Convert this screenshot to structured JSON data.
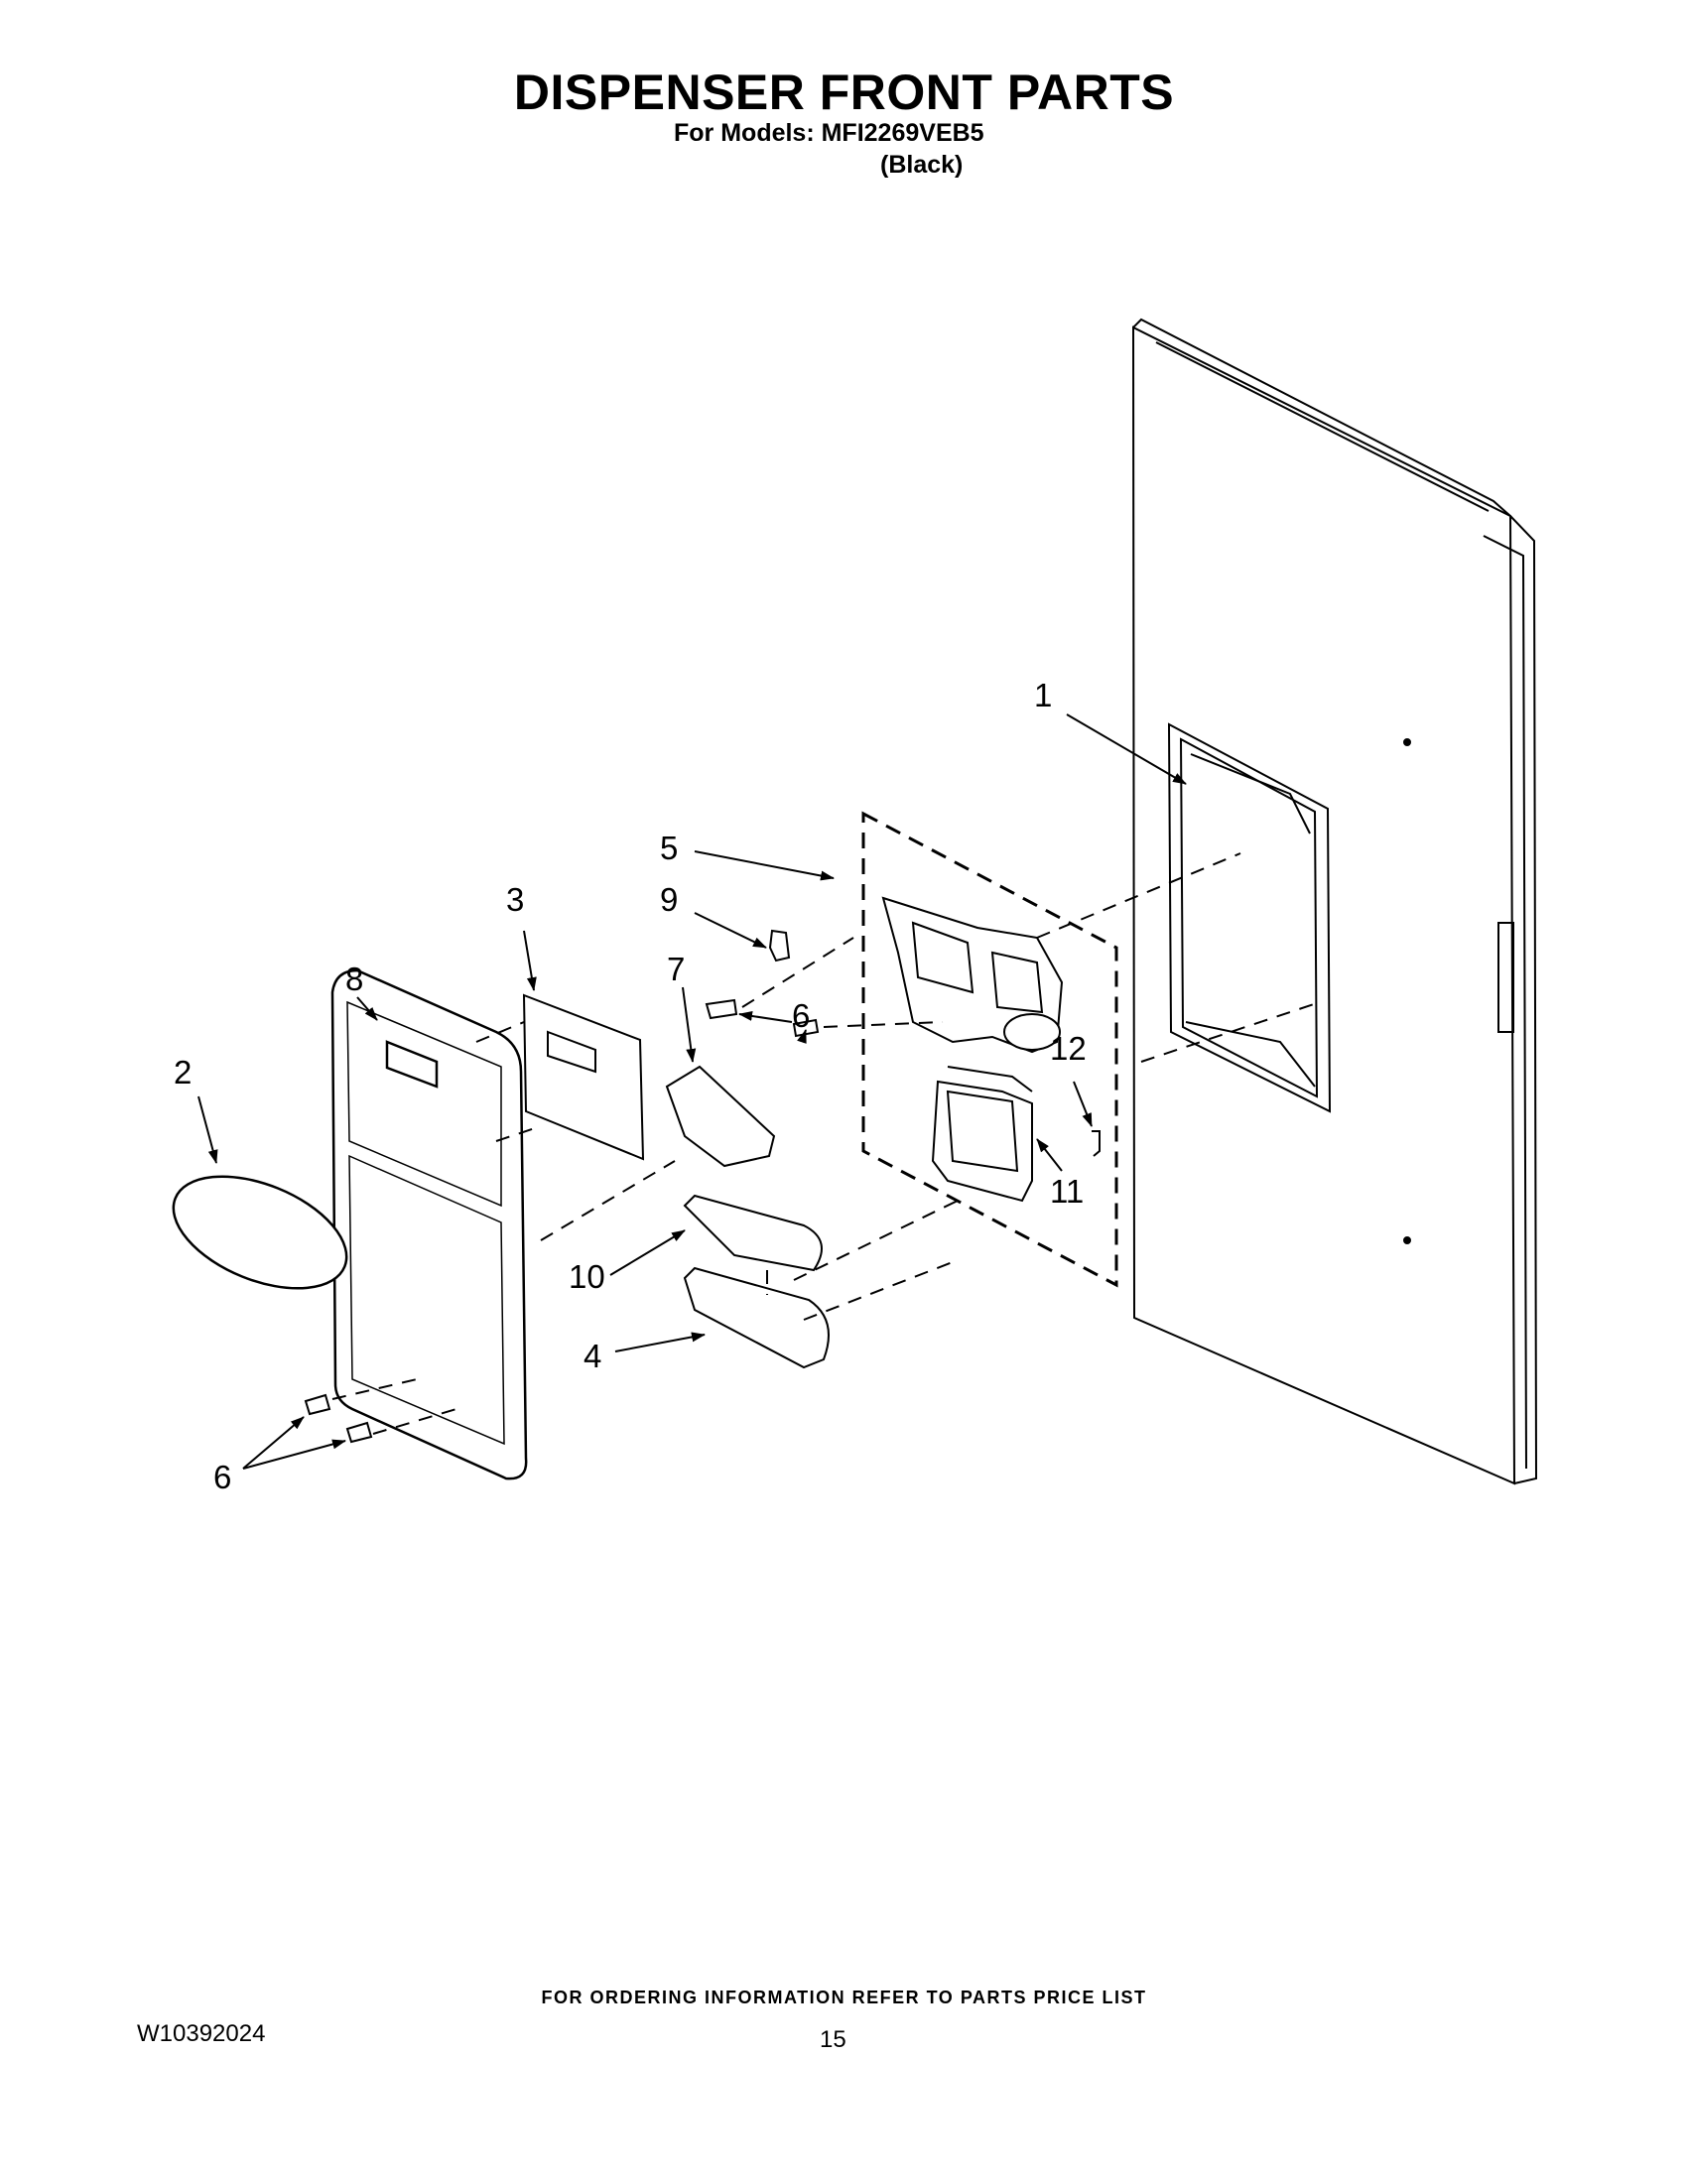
{
  "header": {
    "title": "DISPENSER FRONT PARTS",
    "models_line": "For Models: MFI2269VEB5",
    "variant": "(Black)"
  },
  "callouts": {
    "c1": "1",
    "c2": "2",
    "c3": "3",
    "c4": "4",
    "c5": "5",
    "c6a": "6",
    "c6b": "6",
    "c7": "7",
    "c8": "8",
    "c9": "9",
    "c10": "10",
    "c11": "11",
    "c12": "12"
  },
  "footer": {
    "ordering_note": "FOR ORDERING INFORMATION REFER TO PARTS PRICE LIST",
    "document_number": "W10392024",
    "page_number": "15"
  }
}
